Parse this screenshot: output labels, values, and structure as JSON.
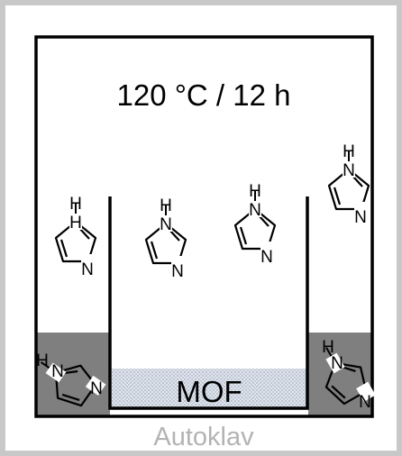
{
  "condition_label": "120 °C / 12 h",
  "sample_label": "MOF",
  "vessel_label": "Autoklav",
  "molecule_atom_label": "N",
  "molecule_h_label": "H",
  "colors": {
    "outer_frame": "#c8c8c8",
    "liquid": "#7f7f7f",
    "mof_fill": "#d9e0ea",
    "vessel_text": "#b3b3b3",
    "line": "#000000"
  }
}
